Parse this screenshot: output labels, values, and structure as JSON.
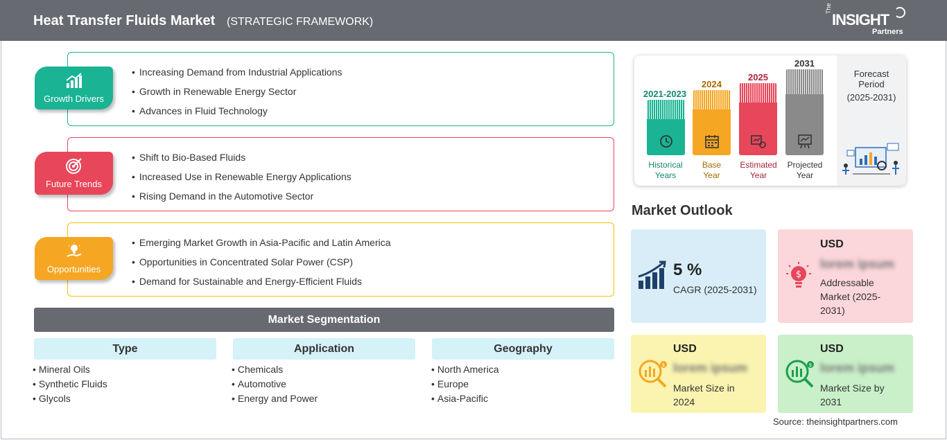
{
  "header": {
    "title": "Heat Transfer Fluids Market",
    "subtitle": "(STRATEGIC FRAMEWORK)",
    "logo_the": "The",
    "logo_insight": "INSIGHT",
    "logo_partners": "Partners"
  },
  "categories": [
    {
      "label": "Growth Drivers",
      "icon": "growth-chart-icon",
      "color": "#1ab394",
      "items": [
        "Increasing Demand from Industrial Applications",
        "Growth in Renewable Energy Sector",
        "Advances in Fluid Technology"
      ]
    },
    {
      "label": "Future Trends",
      "icon": "target-icon",
      "color": "#e8465a",
      "items": [
        "Shift to Bio-Based Fluids",
        "Increased Use in Renewable Energy Applications",
        "Rising Demand in the Automotive Sector"
      ]
    },
    {
      "label": "Opportunities",
      "icon": "lightbulb-hand-icon",
      "color": "#f5a623",
      "items": [
        "Emerging Market Growth in Asia-Pacific and Latin America",
        "Opportunities in Concentrated Solar Power (CSP)",
        "Demand for Sustainable and Energy-Efficient Fluids"
      ]
    }
  ],
  "segmentation": {
    "title": "Market Segmentation",
    "columns": [
      {
        "heading": "Type",
        "items": [
          "Mineral Oils",
          "Synthetic Fluids",
          "Glycols"
        ]
      },
      {
        "heading": "Application",
        "items": [
          "Chemicals",
          "Automotive",
          "Energy and Power"
        ]
      },
      {
        "heading": "Geography",
        "items": [
          "North America",
          "Europe",
          "Asia-Pacific"
        ]
      }
    ]
  },
  "timeline": {
    "bars": [
      {
        "year": "2021-2023",
        "label_line1": "Historical",
        "label_line2": "Years",
        "color": "#1ab394",
        "text_color": "#14876f",
        "icon": "history-clock-icon"
      },
      {
        "year": "2024",
        "label_line1": "Base",
        "label_line2": "Year",
        "color": "#f5a623",
        "text_color": "#a86a00",
        "icon": "calendar-icon"
      },
      {
        "year": "2025",
        "label_line1": "Estimated",
        "label_line2": "Year",
        "color": "#e8465a",
        "text_color": "#a8243a",
        "icon": "estimate-gear-icon"
      },
      {
        "year": "2031",
        "label_line1": "Projected",
        "label_line2": "Year",
        "color": "#8a8a8a",
        "text_color": "#333333",
        "icon": "projection-board-icon"
      }
    ],
    "forecast_line1": "Forecast",
    "forecast_line2": "Period",
    "forecast_range": "(2025-2031)"
  },
  "outlook": {
    "title": "Market Outlook",
    "cagr_value": "5 %",
    "cagr_label": "CAGR (2025-2031)",
    "addressable_usd": "USD",
    "addressable_value": "lorem ipsum",
    "addressable_label": "Addressable Market (2025-2031)",
    "size2024_usd": "USD",
    "size2024_value": "lorem ipsum",
    "size2024_label": "Market Size in 2024",
    "size2031_usd": "USD",
    "size2031_value": "lorem ipsum",
    "size2031_label": "Market Size by 2031",
    "colors": {
      "cagr": "#d8edf7",
      "addressable": "#fbd6da",
      "size2024": "#fbf4b0",
      "size2031": "#c9f0c9"
    }
  },
  "source": "Source: theinsightpartners.com"
}
